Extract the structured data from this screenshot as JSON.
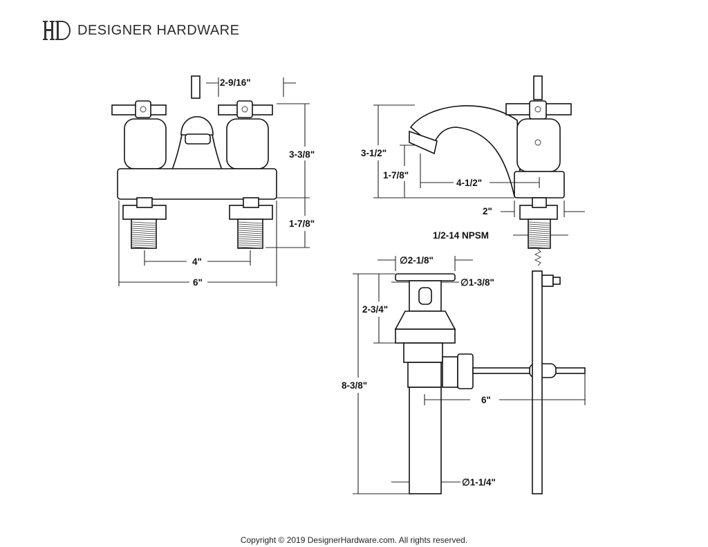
{
  "brand": {
    "name": "DESIGNER HARDWARE",
    "logo": "DH monogram"
  },
  "footer": {
    "copyright": "Copyright © 2019 DesignerHardware.com. All rights reserved."
  },
  "dimensions": {
    "front_view": {
      "spout_offset": "2-9/16\"",
      "handle_height": "3-3/8\"",
      "shank_length": "1-7/8\"",
      "center_spread": "4\"",
      "overall_width": "6\""
    },
    "side_view": {
      "overall_height": "3-1/2\"",
      "spout_height": "1-7/8\"",
      "spout_reach": "4-1/2\"",
      "base_depth": "2\"",
      "thread": "1/2-14 NPSM"
    },
    "drain": {
      "flange_diameter": "∅2-1/8\"",
      "stopper_diameter": "∅1-3/8\"",
      "body_height": "2-3/4\"",
      "overall_length": "8-3/8\"",
      "pivot_rod_length": "6\"",
      "tailpiece_diameter": "∅1-1/4\""
    }
  }
}
